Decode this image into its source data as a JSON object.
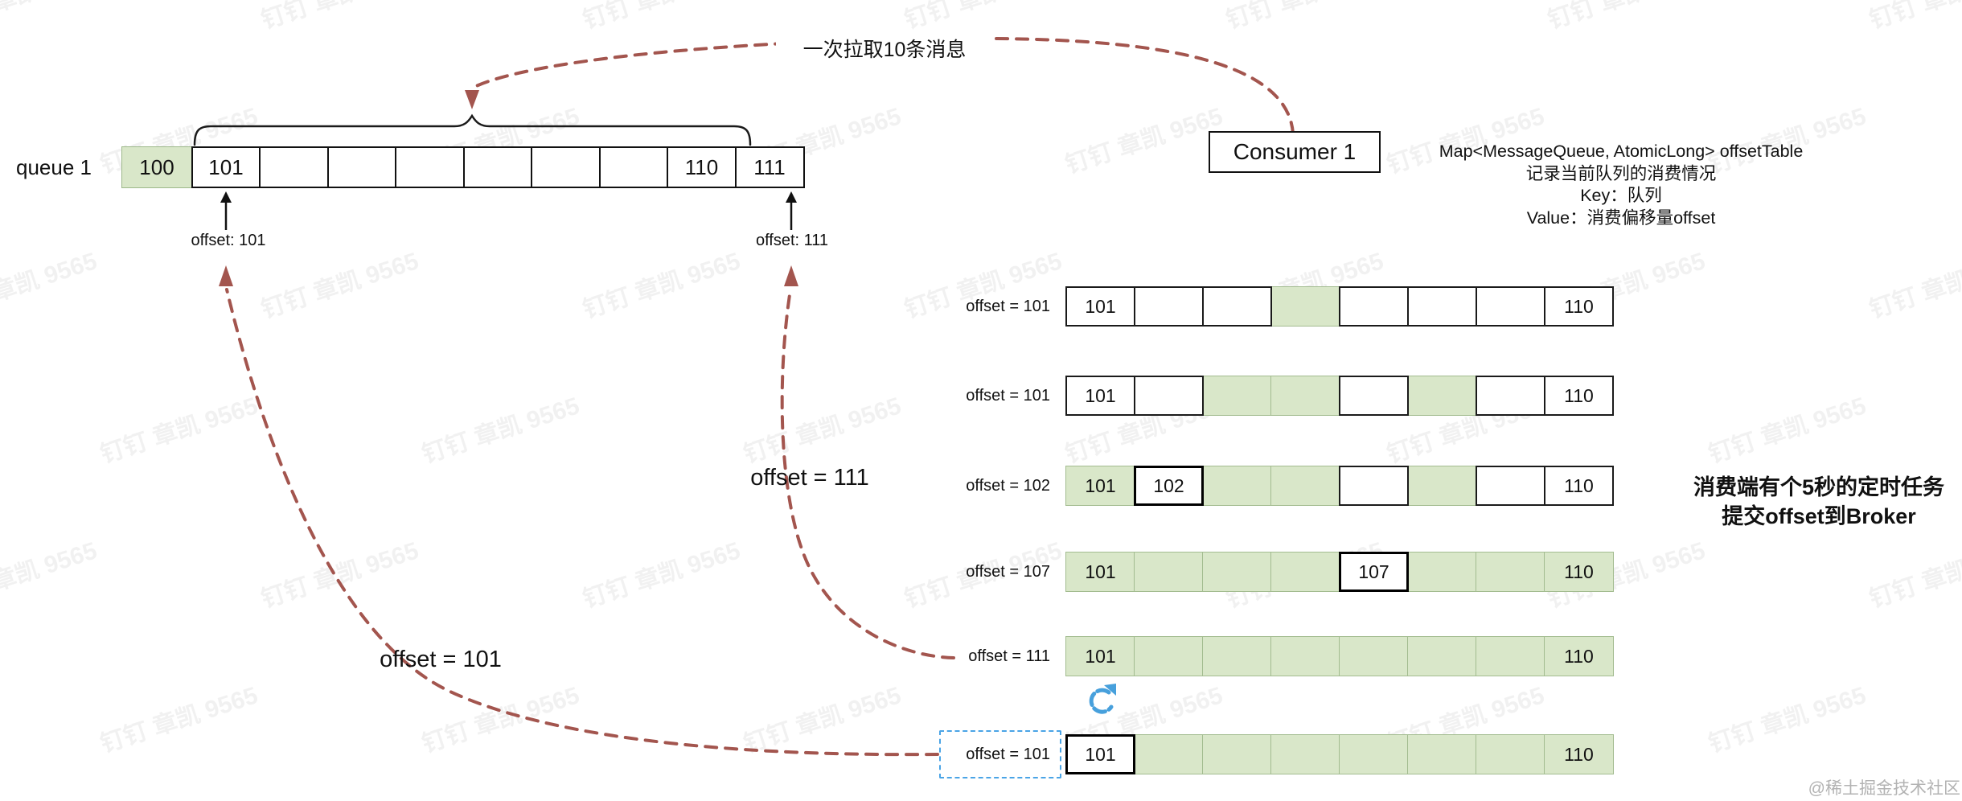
{
  "colors": {
    "green_fill": "#d9e7c9",
    "green_border": "#a3bc90",
    "red_dash": "#a3554e",
    "blue_dash": "#4aa4e6",
    "refresh_blue": "#47a0dc"
  },
  "watermark": {
    "tile": "钉钉 章凯 9565"
  },
  "credit": "@稀土掘金技术社区",
  "queue": {
    "label": "queue 1",
    "head": "100",
    "cells": [
      "101",
      "",
      "",
      "",
      "",
      "",
      "",
      "110",
      "111"
    ],
    "pull_label": "一次拉取10条消息",
    "offset_left": "offset: 101",
    "offset_right": "offset: 111"
  },
  "consumer": {
    "label": "Consumer 1"
  },
  "offset_table_note": {
    "line1": "Map<MessageQueue, AtomicLong> offsetTable",
    "line2": "记录当前队列的消费情况",
    "line3": "Key：队列",
    "line4": "Value：消费偏移量offset"
  },
  "curve_labels": {
    "to_row5": "offset = 111",
    "to_row6": "offset = 101"
  },
  "timer_note": {
    "line1": "消费端有个5秒的定时任务",
    "line2": "提交offset到Broker"
  },
  "offset_rows": [
    {
      "label": "offset = 101",
      "selected": false,
      "cells": [
        {
          "text": "101",
          "style": "white"
        },
        {
          "text": "",
          "style": "white"
        },
        {
          "text": "",
          "style": "white"
        },
        {
          "text": "",
          "style": "green"
        },
        {
          "text": "",
          "style": "white"
        },
        {
          "text": "",
          "style": "white"
        },
        {
          "text": "",
          "style": "white"
        },
        {
          "text": "110",
          "style": "white"
        }
      ]
    },
    {
      "label": "offset = 101",
      "selected": false,
      "cells": [
        {
          "text": "101",
          "style": "white"
        },
        {
          "text": "",
          "style": "white"
        },
        {
          "text": "",
          "style": "green"
        },
        {
          "text": "",
          "style": "green"
        },
        {
          "text": "",
          "style": "white"
        },
        {
          "text": "",
          "style": "green"
        },
        {
          "text": "",
          "style": "white"
        },
        {
          "text": "110",
          "style": "white"
        }
      ]
    },
    {
      "label": "offset = 102",
      "selected": false,
      "cells": [
        {
          "text": "101",
          "style": "green"
        },
        {
          "text": "102",
          "style": "bold"
        },
        {
          "text": "",
          "style": "green"
        },
        {
          "text": "",
          "style": "green"
        },
        {
          "text": "",
          "style": "white"
        },
        {
          "text": "",
          "style": "green"
        },
        {
          "text": "",
          "style": "white"
        },
        {
          "text": "110",
          "style": "white"
        }
      ]
    },
    {
      "label": "offset = 107",
      "selected": false,
      "cells": [
        {
          "text": "101",
          "style": "green"
        },
        {
          "text": "",
          "style": "green"
        },
        {
          "text": "",
          "style": "green"
        },
        {
          "text": "",
          "style": "green"
        },
        {
          "text": "107",
          "style": "bold"
        },
        {
          "text": "",
          "style": "green"
        },
        {
          "text": "",
          "style": "green"
        },
        {
          "text": "110",
          "style": "green"
        }
      ]
    },
    {
      "label": "offset = 111",
      "selected": false,
      "cells": [
        {
          "text": "101",
          "style": "green"
        },
        {
          "text": "",
          "style": "green"
        },
        {
          "text": "",
          "style": "green"
        },
        {
          "text": "",
          "style": "green"
        },
        {
          "text": "",
          "style": "green"
        },
        {
          "text": "",
          "style": "green"
        },
        {
          "text": "",
          "style": "green"
        },
        {
          "text": "110",
          "style": "green"
        }
      ]
    },
    {
      "label": "offset = 101",
      "selected": true,
      "cells": [
        {
          "text": "101",
          "style": "bold"
        },
        {
          "text": "",
          "style": "green"
        },
        {
          "text": "",
          "style": "green"
        },
        {
          "text": "",
          "style": "green"
        },
        {
          "text": "",
          "style": "green"
        },
        {
          "text": "",
          "style": "green"
        },
        {
          "text": "",
          "style": "green"
        },
        {
          "text": "110",
          "style": "green"
        }
      ]
    }
  ]
}
